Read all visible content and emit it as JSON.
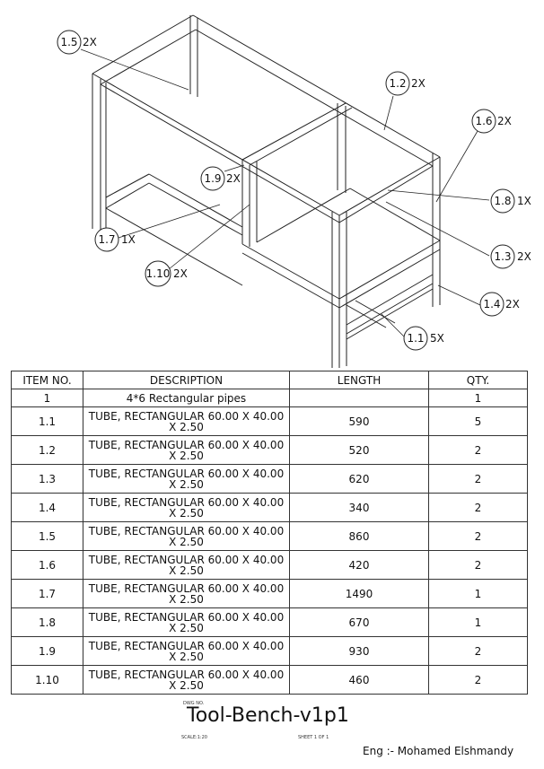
{
  "callouts": [
    {
      "num": "1.5",
      "qty": "2X"
    },
    {
      "num": "1.2",
      "qty": "2X"
    },
    {
      "num": "1.6",
      "qty": "2X"
    },
    {
      "num": "1.9",
      "qty": "2X"
    },
    {
      "num": "1.8",
      "qty": "1X"
    },
    {
      "num": "1.7",
      "qty": "1X"
    },
    {
      "num": "1.3",
      "qty": "2X"
    },
    {
      "num": "1.10",
      "qty": "2X"
    },
    {
      "num": "1.4",
      "qty": "2X"
    },
    {
      "num": "1.1",
      "qty": "5X"
    }
  ],
  "bom": {
    "headers": [
      "ITEM NO.",
      "DESCRIPTION",
      "LENGTH",
      "QTY."
    ],
    "first_row": {
      "item": "1",
      "description": "4*6 Rectangular pipes",
      "length": "",
      "qty": "1"
    },
    "desc_line1": "TUBE, RECTANGULAR 60.00 X 40.00",
    "desc_line2": "X 2.50",
    "rows": [
      {
        "item": "1.1",
        "length": "590",
        "qty": "5"
      },
      {
        "item": "1.2",
        "length": "520",
        "qty": "2"
      },
      {
        "item": "1.3",
        "length": "620",
        "qty": "2"
      },
      {
        "item": "1.4",
        "length": "340",
        "qty": "2"
      },
      {
        "item": "1.5",
        "length": "860",
        "qty": "2"
      },
      {
        "item": "1.6",
        "length": "420",
        "qty": "2"
      },
      {
        "item": "1.7",
        "length": "1490",
        "qty": "1"
      },
      {
        "item": "1.8",
        "length": "670",
        "qty": "1"
      },
      {
        "item": "1.9",
        "length": "930",
        "qty": "2"
      },
      {
        "item": "1.10",
        "length": "460",
        "qty": "2"
      }
    ]
  },
  "title_block": {
    "dwg_no_label": "DWG NO.",
    "title": "Tool-Bench-v1p1",
    "scale": "SCALE:1:20",
    "sheet": "SHEET 1 OF 1",
    "engineer": "Eng :- Mohamed Elshmandy"
  }
}
